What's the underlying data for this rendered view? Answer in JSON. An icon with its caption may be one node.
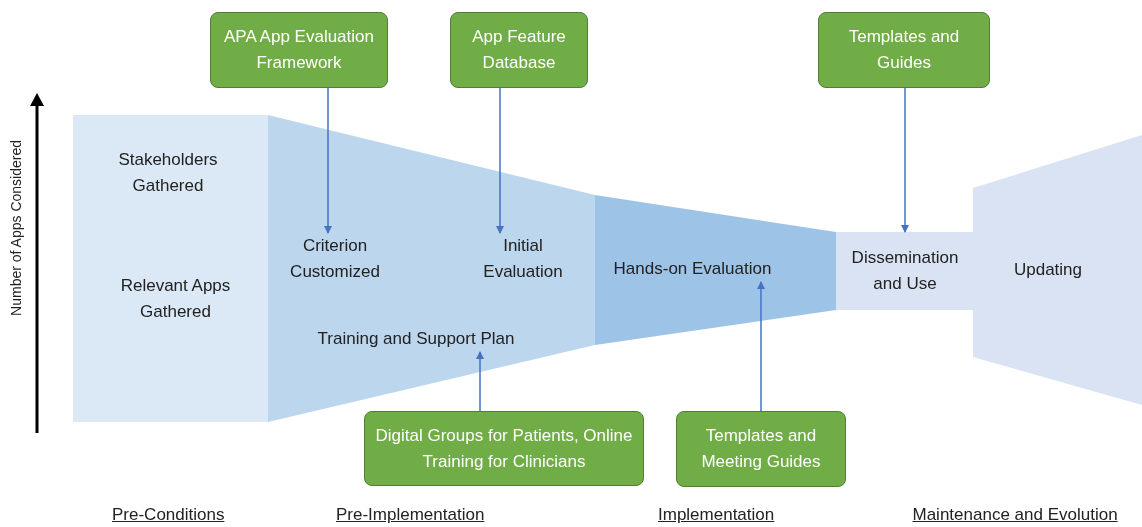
{
  "diagram": {
    "nodes": [
      {
        "text": [
          "APA App Evaluation Framework"
        ]
      },
      {
        "text": [
          "App Feature Database"
        ]
      },
      {
        "text": [
          "Templates and Guides"
        ]
      },
      {
        "text": [
          "Stakeholders Gathered",
          "Relevant Apps Gathered"
        ]
      },
      {
        "text": [],
        "shape": "trapezoid"
      },
      {
        "text": [
          "Criterion Customized"
        ],
        "in": 4
      },
      {
        "text": [
          "Initial Evaluation"
        ],
        "in": 4
      },
      {
        "text": [
          "Training and Support Plan"
        ],
        "in": 4
      },
      {
        "text": [
          "Hands-on Evaluation"
        ]
      },
      {
        "text": [
          "Dissemination and Use"
        ]
      },
      {
        "text": [
          "Updating"
        ]
      },
      {
        "text": [
          "Digital Groups for Patients, Online Training for Clinicians"
        ]
      },
      {
        "text": [
          "Templates and Meeting Guides"
        ]
      }
    ],
    "edges": [
      {
        "from": 0,
        "to": 5,
        "arrow": "to"
      },
      {
        "from": 1,
        "to": 6,
        "arrow": "to"
      },
      {
        "from": 2,
        "to": 9,
        "arrow": "to"
      },
      {
        "from": 11,
        "to": 7,
        "arrow": "to"
      },
      {
        "from": 12,
        "to": 8,
        "arrow": "to"
      }
    ],
    "labels": [
      "Number of Apps Considered",
      "Pre-Conditions",
      "Pre-Implementation",
      "Implementation",
      "Maintenance and Evolution"
    ]
  }
}
